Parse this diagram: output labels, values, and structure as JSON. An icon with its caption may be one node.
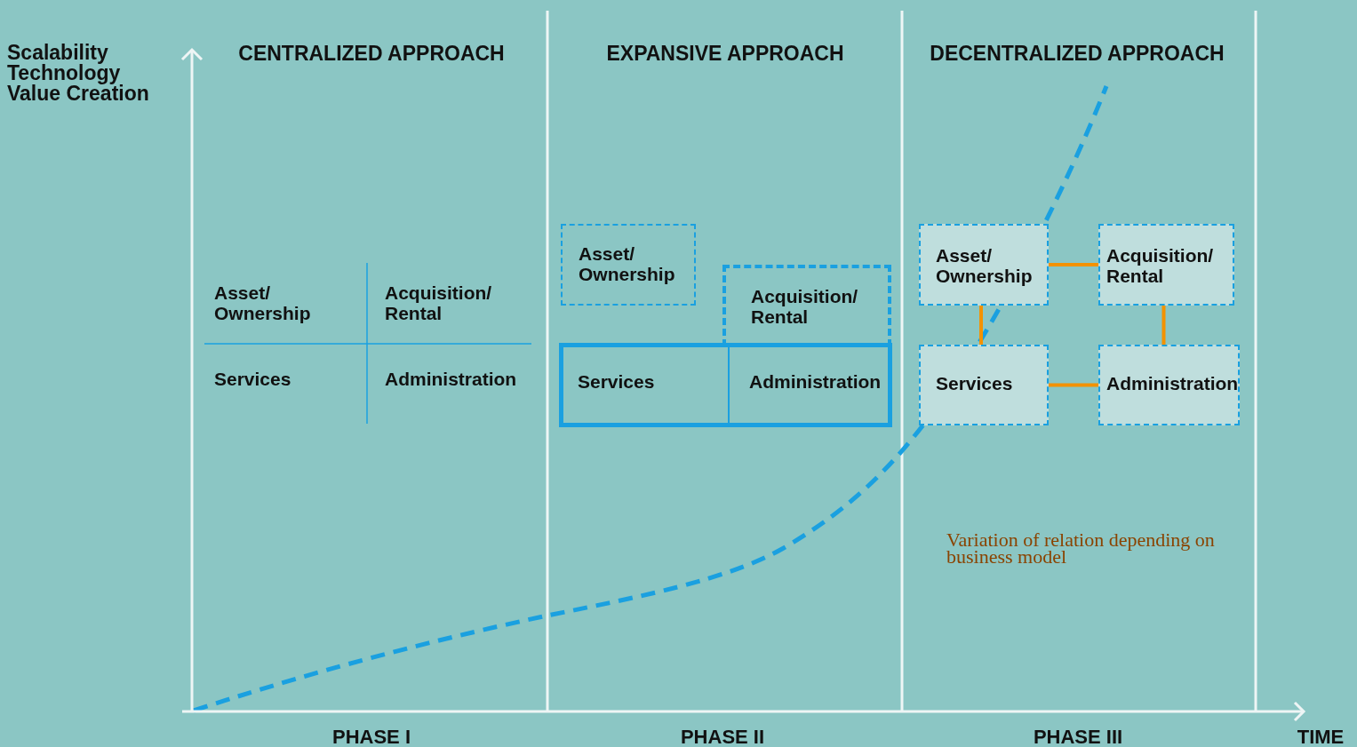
{
  "diagram": {
    "nodes": [
      {
        "text": [
          "Asset/ Ownership"
        ]
      },
      {
        "text": [
          "Acquisition/ Rental"
        ]
      },
      {
        "text": [
          "Services",
          "Administration"
        ]
      },
      {
        "text": [
          "Asset/ Ownership"
        ]
      },
      {
        "text": [
          "Acquisition/ Rental"
        ]
      },
      {
        "text": [
          "Services"
        ]
      },
      {
        "text": [
          "Administration"
        ]
      }
    ],
    "edges": [
      {
        "from": 3,
        "to": 4,
        "arrow": "none",
        "color": "#f39200"
      },
      {
        "from": 3,
        "to": 5,
        "arrow": "none",
        "color": "#f39200"
      },
      {
        "from": 4,
        "to": 6,
        "arrow": "none",
        "color": "#f39200"
      },
      {
        "from": 5,
        "to": 6,
        "arrow": "none",
        "color": "#f39200"
      }
    ],
    "labels": [
      "Scalability Technology Value Creation",
      "CENTRALIZED APPROACH",
      "EXPANSIVE APPROACH",
      "DECENTRALIZED APPROACH",
      "Asset/ Ownership",
      "Acquisition/ Rental",
      "Services",
      "Administration",
      "Variation of relation depending on business model",
      "PHASE I",
      "PHASE II",
      "PHASE III",
      "TIME"
    ]
  }
}
